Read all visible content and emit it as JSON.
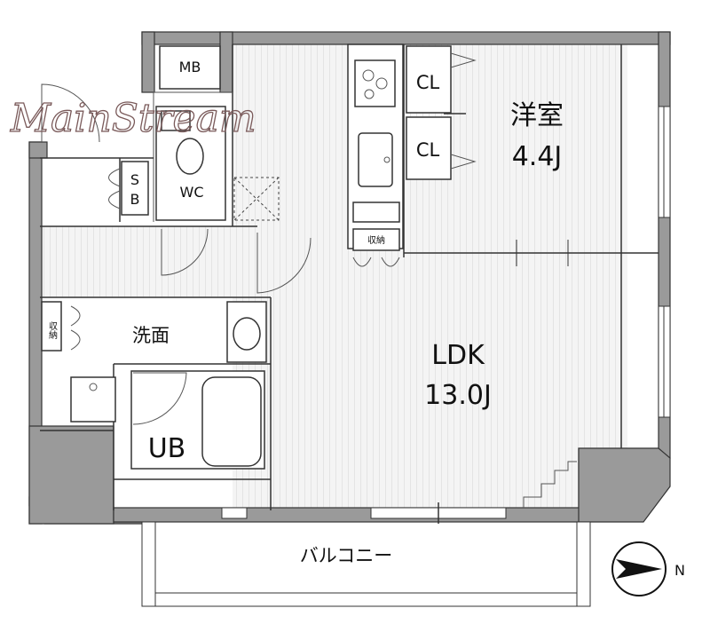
{
  "rooms": {
    "mb": "MB",
    "wc": "WC",
    "sb": "S\nB",
    "sb_s": "S",
    "sb_b": "B",
    "cl1": "CL",
    "cl2": "CL",
    "western_name": "洋室",
    "western_size": "4.4J",
    "storage_kitchen": "収納",
    "storage_wash": "収納",
    "washroom": "洗面",
    "ub": "UB",
    "ldk_name": "LDK",
    "ldk_size": "13.0J",
    "balcony": "バルコニー"
  },
  "watermark": "MainStream",
  "compass": {
    "label": "N"
  }
}
